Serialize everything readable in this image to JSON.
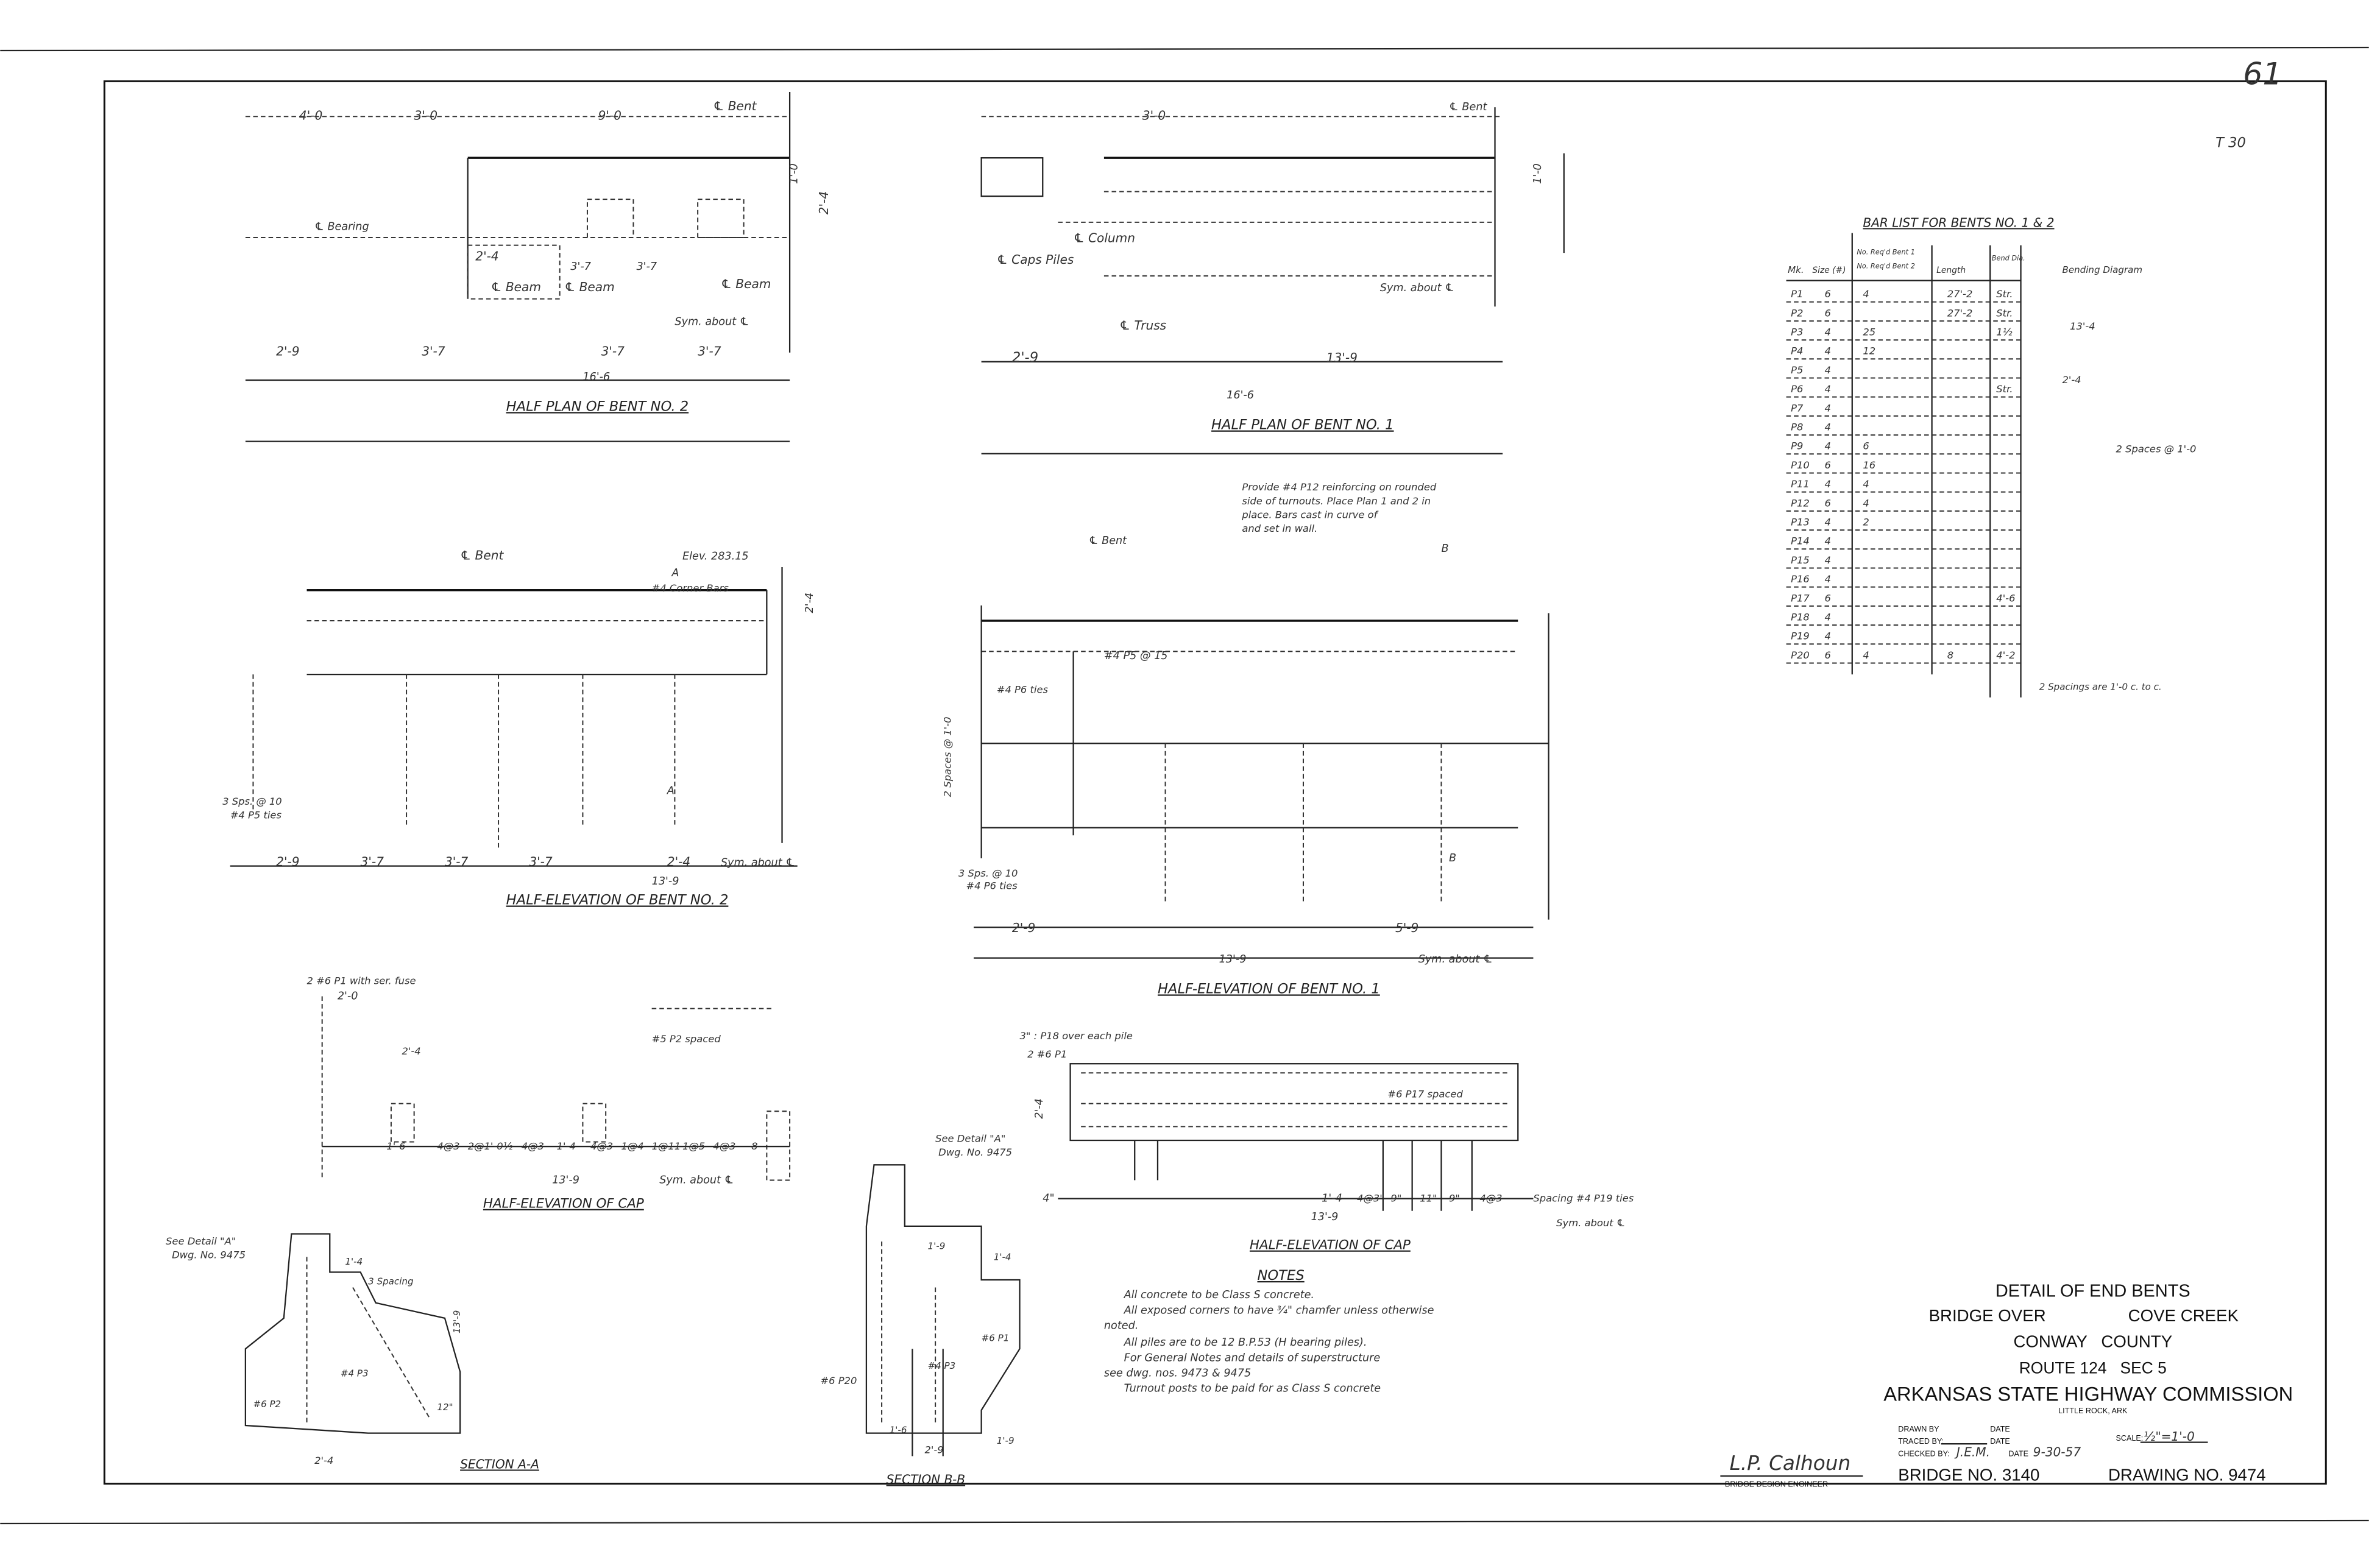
{
  "sheet": {
    "sheet_number": "61",
    "corner_mark": "T 30"
  },
  "views": {
    "half_plan_bent_2": {
      "title": "HALF PLAN OF BENT NO. 2",
      "labels": [
        "4'-0",
        "3'-0",
        "9'-0",
        "℄ Bent",
        "2'-4",
        "3'-7",
        "3'-7",
        "℄ Beam",
        "℄ Beam",
        "℄ Beam",
        "Sym. about ℄",
        "2'-9",
        "3'-7",
        "3'-7",
        "3'-7",
        "16'-6",
        "1'-0",
        "2'-4",
        "℄ Bearing"
      ]
    },
    "half_plan_bent_1": {
      "title": "HALF PLAN OF BENT NO. 1",
      "labels": [
        "℄ Bent",
        "3'-0",
        "℄ Column",
        "℄ Caps Piles",
        "Sym. about ℄",
        "℄ Truss",
        "2'-9",
        "13'-9",
        "16'-6",
        "1'-0"
      ],
      "note": [
        "Provide #4 P12 reinforcing on rounded",
        "side of turnouts. Place Plan 1 and 2 in",
        "place. Bars cast in curve of",
        "and set in wall."
      ]
    },
    "half_elevation_bent_2": {
      "title": "HALF-ELEVATION OF BENT NO. 2",
      "labels": [
        "℄ Bent",
        "Elev. 283.15",
        "A",
        "#4 Corner Bars",
        "3 Sps. @ 10",
        "#4 P5 ties",
        "A",
        "2'-9",
        "3'-7",
        "3'-7",
        "3'-7",
        "2'-4",
        "Sym. about ℄",
        "13'-9",
        "2'-4"
      ]
    },
    "half_elevation_bent_1": {
      "title": "HALF-ELEVATION OF BENT NO. 1",
      "labels": [
        "℄ Bent",
        "#4 P5 @ 15",
        "#4 P6 ties",
        "B",
        "3 Sps. @ 10",
        "#4 P6 ties",
        "B",
        "2'-9",
        "5'-9",
        "13'-9",
        "Sym. about ℄",
        "2 Spaces @ 1'-0"
      ]
    },
    "half_elevation_cap_left": {
      "title": "HALF-ELEVATION OF CAP",
      "labels": [
        "2 #6 P1 with ser. fuse",
        "2'-0",
        "#5 P2 spaced",
        "2'-4",
        "1'-6",
        "4@3",
        "2@1'-0½",
        "4@3",
        "1'-4",
        "4@3",
        "1@4",
        "1@11",
        "1@5",
        "4@3",
        "8",
        "13'-9",
        "Sym. about ℄"
      ]
    },
    "half_elevation_cap_right": {
      "title": "HALF-ELEVATION OF CAP",
      "labels": [
        "3\" : P18 over each pile",
        "2 #6 P1",
        "2'-4",
        "#6 P17 spaced",
        "4\"",
        "1'-4",
        "4@3\"",
        "9\"",
        "11\"",
        "9\"",
        "4@3",
        "Spacing #4 P19 ties",
        "13'-9",
        "Sym. about ℄"
      ]
    },
    "section_aa": {
      "title": "SECTION A-A",
      "labels": [
        "See Detail \"A\"",
        "Dwg. No. 9475",
        "3 Spacing",
        "#6 P2",
        "#4 P3",
        "2'-4",
        "1'-4",
        "13'-9",
        "12\""
      ]
    },
    "section_bb": {
      "title": "SECTION B-B",
      "labels": [
        "See Detail \"A\"",
        "Dwg. No. 9475",
        "#6 P20",
        "#4 P3",
        "#6 P1",
        "1'-9",
        "1'-6",
        "2'-9",
        "1'-9",
        "1'-4"
      ]
    }
  },
  "notes": {
    "heading": "NOTES",
    "lines": [
      "All concrete to be Class S concrete.",
      "All exposed corners to have ¾\" chamfer unless otherwise",
      "noted.",
      "All piles are to be 12 B.P.53 (H bearing piles).",
      "For General Notes and details of superstructure",
      "see dwg. nos. 9473 & 9475",
      "Turnout posts to be paid for as Class S concrete"
    ]
  },
  "bar_list": {
    "title": "BAR LIST FOR BENTS NO. 1 & 2",
    "headers": [
      "Mk.",
      "Size (#)",
      "No. Req'd Bent 1",
      "No. Req'd Bent 2",
      "Length",
      "Bend Dia.",
      "Bending Diagram"
    ],
    "rows": [
      [
        "P1",
        "6",
        "4",
        "",
        "27'-2",
        "Str."
      ],
      [
        "P2",
        "6",
        "",
        "",
        "27'-2",
        "Str."
      ],
      [
        "P3",
        "4",
        "25",
        "",
        "",
        "1½"
      ],
      [
        "P4",
        "4",
        "12",
        "",
        "",
        ""
      ],
      [
        "P5",
        "4",
        "",
        "",
        "",
        ""
      ],
      [
        "P6",
        "4",
        "",
        "",
        "",
        "Str."
      ],
      [
        "P7",
        "4",
        "",
        "",
        "",
        ""
      ],
      [
        "P8",
        "4",
        "",
        "",
        "",
        ""
      ],
      [
        "P9",
        "4",
        "6",
        "",
        "",
        ""
      ],
      [
        "P10",
        "6",
        "16",
        "",
        "",
        ""
      ],
      [
        "P11",
        "4",
        "4",
        "",
        "",
        ""
      ],
      [
        "P12",
        "6",
        "4",
        "",
        "",
        ""
      ],
      [
        "P13",
        "4",
        "2",
        "",
        "",
        ""
      ],
      [
        "P14",
        "4",
        "",
        "",
        "",
        ""
      ],
      [
        "P15",
        "4",
        "",
        "",
        "",
        ""
      ],
      [
        "P16",
        "4",
        "",
        "",
        "",
        ""
      ],
      [
        "P17",
        "6",
        "",
        "",
        "",
        "4'-6"
      ],
      [
        "P18",
        "4",
        "",
        "",
        "",
        ""
      ],
      [
        "P19",
        "4",
        "",
        "",
        "",
        ""
      ],
      [
        "P20",
        "6",
        "4",
        "",
        "8",
        "4'-2"
      ]
    ],
    "diagram_labels": [
      "13'-4",
      "2'-4",
      "2 Spaces @ 1'-0"
    ],
    "footnote": "2 Spacings are 1'-0 c. to c."
  },
  "title_block": {
    "title": "DETAIL OF END BENTS",
    "bridge_over_label": "BRIDGE OVER",
    "bridge_over_value": "COVE CREEK",
    "county": "CONWAY   COUNTY",
    "route": "ROUTE 124   SEC 5",
    "agency": "ARKANSAS STATE HIGHWAY COMMISSION",
    "location": "LITTLE ROCK, ARK",
    "drawn_by_label": "DRAWN BY",
    "date_label": "DATE",
    "traced_by_label": "TRACED BY:",
    "checked_by_label": "CHECKED BY:",
    "checked_by_value": "J.E.M.",
    "checked_date": "9-30-57",
    "scale_label": "SCALE:",
    "scale_value": "½\"=1'-0",
    "signature": "L.P. Calhoun",
    "signature_role": "BRIDGE DESIGN ENGINEER",
    "bridge_no": "BRIDGE NO. 3140",
    "drawing_no": "DRAWING NO. 9474"
  }
}
